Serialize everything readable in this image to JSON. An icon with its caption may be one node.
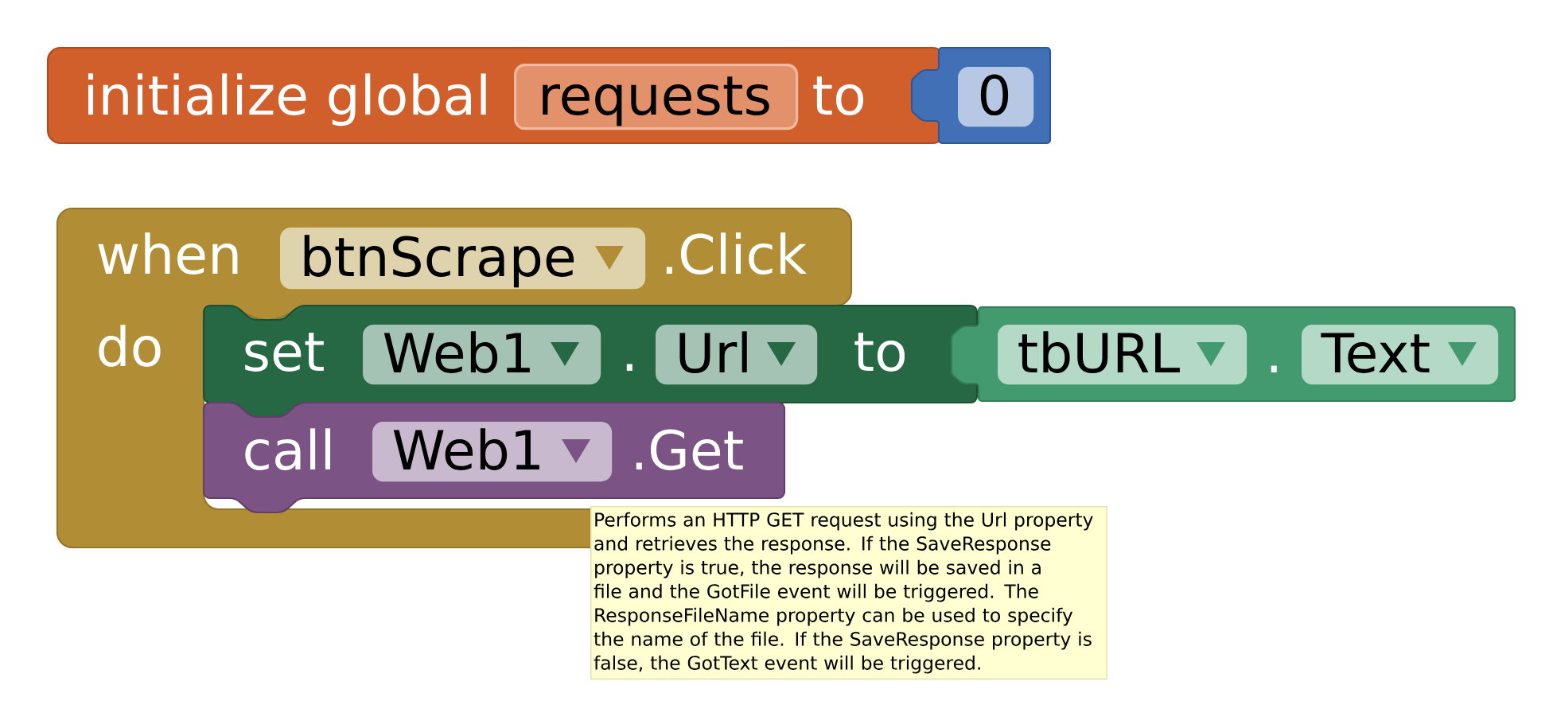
{
  "diagram": {
    "nodes": [
      {
        "text": [
          "initialize global",
          "to"
        ]
      },
      {
        "text": [
          "requests"
        ],
        "in": 0
      },
      {
        "text": [],
        "shape": "box"
      },
      {
        "text": [
          "0"
        ],
        "in": 2
      },
      {
        "text": [
          "when",
          ".Click",
          "do"
        ]
      },
      {
        "text": [
          "btnScrape"
        ],
        "in": 4
      },
      {
        "text": [
          "set",
          ".",
          "to"
        ]
      },
      {
        "text": [
          "Web1"
        ],
        "in": 6
      },
      {
        "text": [
          "Url"
        ],
        "in": 6
      },
      {
        "text": [
          "."
        ]
      },
      {
        "text": [
          "tbURL"
        ],
        "in": 9
      },
      {
        "text": [
          "Text"
        ],
        "in": 9
      },
      {
        "text": [
          "call",
          ".Get"
        ],
        "in": 4
      },
      {
        "text": [
          "Web1"
        ],
        "in": 12
      },
      {
        "text": [
          "Performs an HTTP GET request using the Url property and retrieves the response. If the SaveResponse property is true, the response will be saved in a file and the GotFile event will be triggered. The ResponseFileName property can be used to specify the name of the file. If the SaveResponse property is false, the GotText event will be triggered."
        ]
      }
    ]
  }
}
